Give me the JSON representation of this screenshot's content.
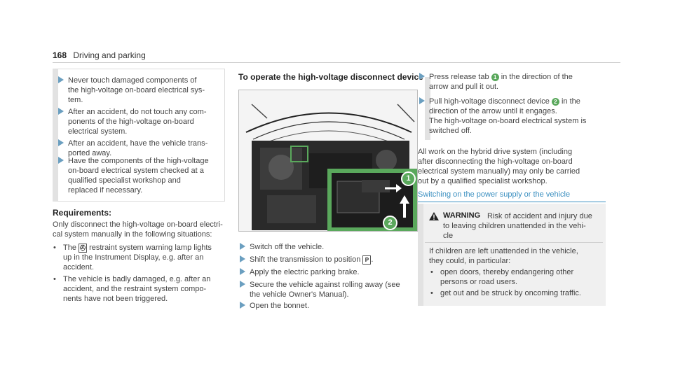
{
  "header": {
    "page_number": "168",
    "section": "Driving and parking"
  },
  "note_box": {
    "items": [
      [
        "Never touch damaged components of",
        "the high-voltage on-board electrical sys-",
        "tem."
      ],
      [
        "After an accident, do not touch any com-",
        "ponents of the high-voltage on-board",
        "electrical system."
      ],
      [
        "After an accident, have the vehicle trans-",
        "ported away."
      ],
      [
        "Have the components of the high-voltage",
        "on-board electrical system checked at a",
        "qualified specialist workshop and",
        "replaced if necessary."
      ]
    ]
  },
  "requirements": {
    "title": "Requirements:",
    "intro": [
      "Only disconnect the high-voltage on-board electri-",
      "cal system manually in the following situations:"
    ],
    "bullets": [
      {
        "pre": "The",
        "symbol": "airbag-warning-lamp-icon",
        "lines": [
          "restraint system warning lamp lights",
          "up in the Instrument Display, e.g. after an",
          "accident."
        ]
      },
      {
        "lines": [
          "The vehicle is badly damaged, e.g. after an",
          "accident, and the restraint system compo-",
          "nents have not been triggered."
        ]
      }
    ]
  },
  "procedure": {
    "title": "To operate the high-voltage disconnect device",
    "figure_labels": [
      "1",
      "2"
    ],
    "steps": [
      [
        "Switch off the vehicle."
      ],
      [
        "Shift the transmission to position",
        "P",
        "."
      ],
      [
        "Apply the electric parking brake."
      ],
      [
        "Secure the vehicle against rolling away (see",
        "the vehicle Owner's Manual)."
      ],
      [
        "Open the bonnet."
      ]
    ]
  },
  "right_steps": [
    {
      "pre": "Press release tab",
      "badge": "1",
      "post": "in the direction of the",
      "lines": [
        "arrow and pull it out."
      ]
    },
    {
      "pre": "Pull high-voltage disconnect device",
      "badge": "2",
      "post": "in the",
      "lines": [
        "direction of the arrow until it engages.",
        "The high-voltage on-board electrical system is",
        "switched off."
      ]
    }
  ],
  "right_para": [
    "All work on the hybrid drive system (including",
    "after disconnecting the high-voltage on-board",
    "electrical system manually) may only be carried",
    "out by a qualified specialist workshop."
  ],
  "switching_title": "Switching on the power supply or the vehicle",
  "warning": {
    "title": "WARNING",
    "header_lines": [
      "Risk of accident and injury due",
      "to leaving children unattended in the vehi-",
      "cle"
    ],
    "body": [
      "If children are left unattended in the vehicle,",
      "they could, in particular:"
    ],
    "bullets": [
      [
        "open doors, thereby endangering other",
        "persons or road users."
      ],
      [
        "get out and be struck by oncoming traffic."
      ]
    ]
  },
  "colors": {
    "accent": "#3a8fc0",
    "arrow": "#6b9fc0",
    "badge": "#5aa85c",
    "box": "#f0f0f0"
  }
}
